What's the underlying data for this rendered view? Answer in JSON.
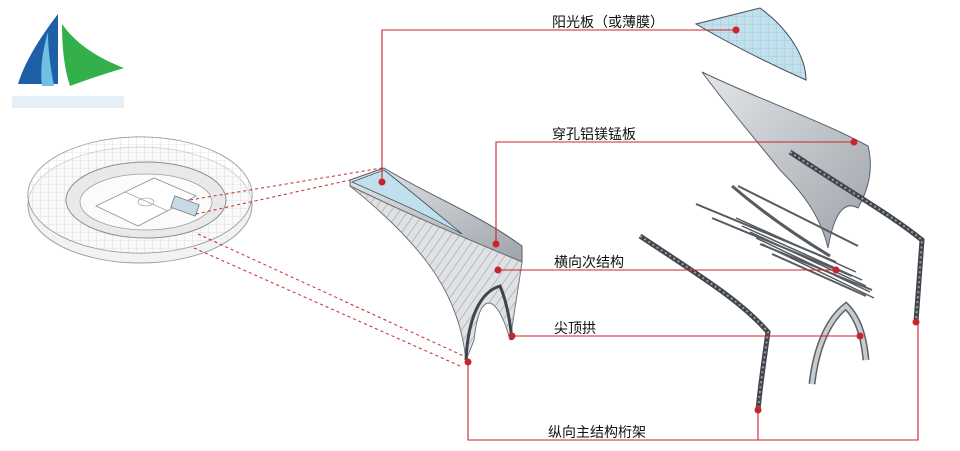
{
  "labels": {
    "sunshade": "阳光板（或薄膜）",
    "perforated": "穿孔铝镁锰板",
    "secondary": "横向次结构",
    "arch": "尖顶拱",
    "truss": "纵向主结构桁架"
  },
  "logo": {
    "icon": "sail-logo-icon"
  },
  "colors": {
    "leader": "#c8242c",
    "panel": "#cfd6dd",
    "steel": "#4a4f55",
    "glass": "#bfe0ec",
    "logo_blue": "#1f5fa8",
    "logo_green": "#33b04a",
    "logo_light": "#6fbfe6"
  }
}
